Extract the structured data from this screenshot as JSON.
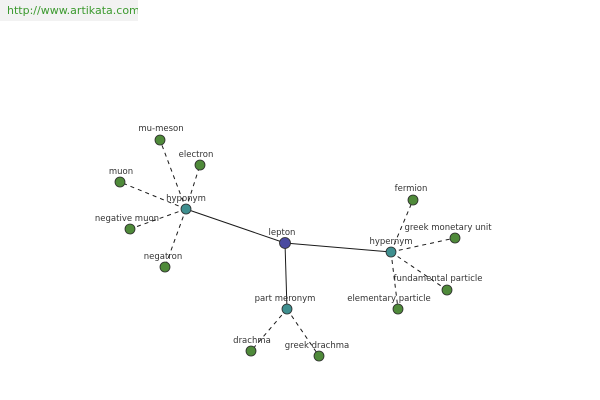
{
  "header": {
    "site_url": "http://www.artikata.com"
  },
  "colors": {
    "center_node": "#4a4aa0",
    "relation_node": "#3f8f8f",
    "leaf_node": "#4f8a3a"
  },
  "graph": {
    "nodes": {
      "lepton": {
        "label": "lepton",
        "kind": "center"
      },
      "hyponym": {
        "label": "hyponym",
        "kind": "relation"
      },
      "hypernym": {
        "label": "hypernym",
        "kind": "relation"
      },
      "part_meronym": {
        "label": "part meronym",
        "kind": "relation"
      },
      "mu_meson": {
        "label": "mu-meson",
        "kind": "leaf"
      },
      "electron": {
        "label": "electron",
        "kind": "leaf"
      },
      "muon": {
        "label": "muon",
        "kind": "leaf"
      },
      "negative_muon": {
        "label": "negative muon",
        "kind": "leaf"
      },
      "negatron": {
        "label": "negatron",
        "kind": "leaf"
      },
      "fermion": {
        "label": "fermion",
        "kind": "leaf"
      },
      "greek_monetary_unit": {
        "label": "greek monetary unit",
        "kind": "leaf"
      },
      "fundamental_particle": {
        "label": "fundamental particle",
        "kind": "leaf"
      },
      "elementary_particle": {
        "label": "elementary particle",
        "kind": "leaf"
      },
      "drachma": {
        "label": "drachma",
        "kind": "leaf"
      },
      "greek_drachma": {
        "label": "greek drachma",
        "kind": "leaf"
      }
    }
  }
}
